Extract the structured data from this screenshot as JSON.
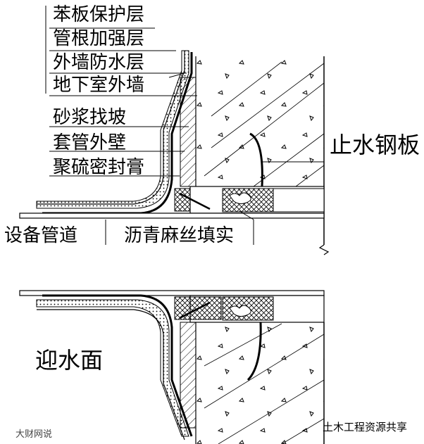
{
  "labels": {
    "protect_layer": "苯板保护层",
    "pipe_root_reinforce": "管根加强层",
    "exterior_waterproof": "外墙防水层",
    "basement_wall": "地下室外墙",
    "mortar_slope": "砂浆找坡",
    "sleeve_outer_wall": "套管外壁",
    "sealant": "聚硫密封膏",
    "steel_waterstop": "止水钢板",
    "equipment_pipe": "设备管道",
    "asphalt_hemp_fill": "沥青麻丝填实",
    "water_face": "迎水面"
  },
  "watermark": {
    "left": "大财网说",
    "right": "土木工程资源共享"
  }
}
